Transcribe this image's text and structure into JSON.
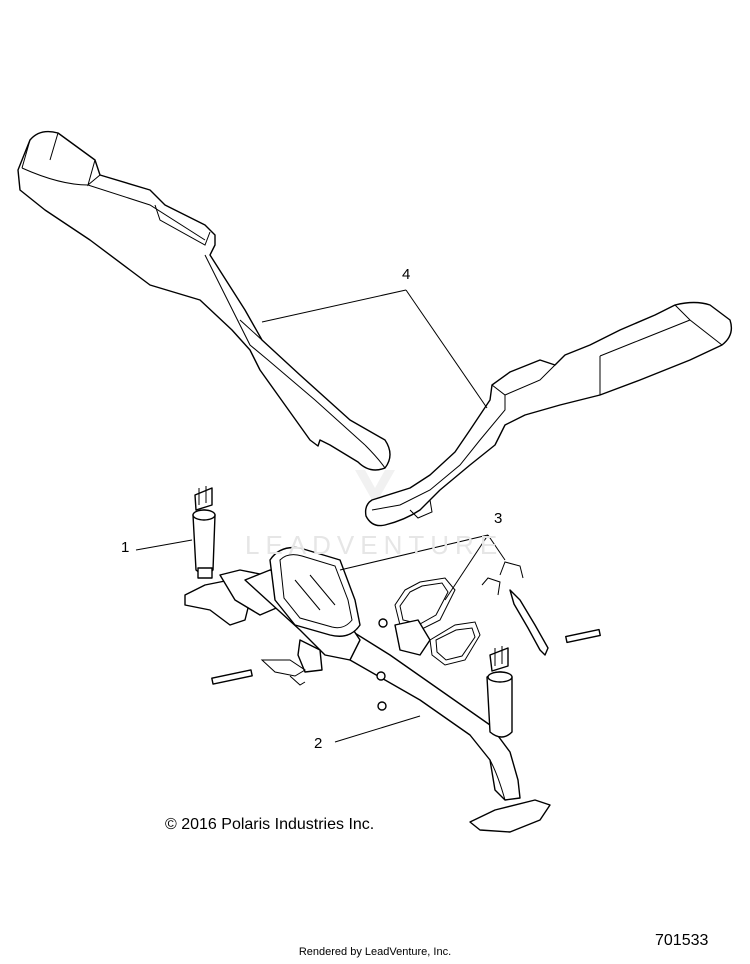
{
  "callouts": [
    {
      "id": "1",
      "label": "1"
    },
    {
      "id": "2",
      "label": "2"
    },
    {
      "id": "3",
      "label": "3"
    },
    {
      "id": "4",
      "label": "4"
    }
  ],
  "watermark": "LEADVENTURE",
  "copyright": "© 2016 Polaris Industries Inc.",
  "part_number": "701533",
  "footer": "Rendered by LeadVenture, Inc."
}
